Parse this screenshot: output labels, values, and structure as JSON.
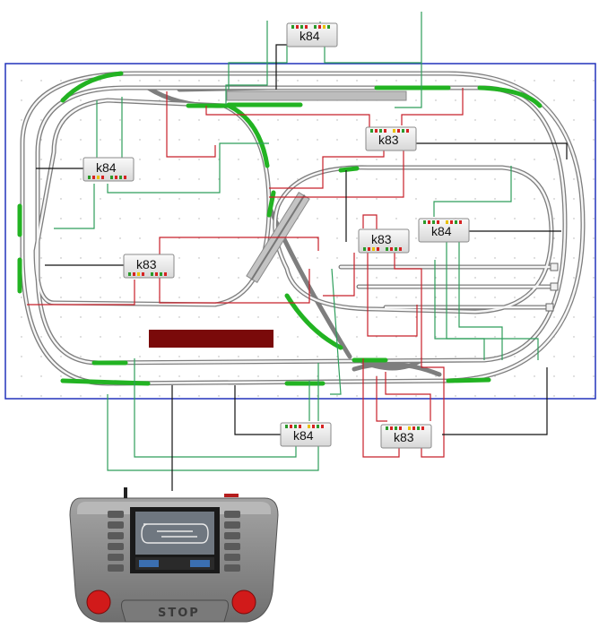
{
  "modules": [
    {
      "id": "m1",
      "label": "k84"
    },
    {
      "id": "m2",
      "label": "k84"
    },
    {
      "id": "m3",
      "label": "k83"
    },
    {
      "id": "m4",
      "label": "k83"
    },
    {
      "id": "m5",
      "label": "k83"
    },
    {
      "id": "m6",
      "label": "k84"
    },
    {
      "id": "m7",
      "label": "k84"
    },
    {
      "id": "m8",
      "label": "k83"
    }
  ],
  "controller": {
    "stop_label": "STOP"
  },
  "colors": {
    "board_border": "#2233bb",
    "track_green": "#22b322",
    "wire_green": "#2e9e5b",
    "wire_red": "#c8202a",
    "wire_black": "#111111",
    "platform": "#7a0a0a",
    "controller_body": "#8e8e8e",
    "stop_button": "#d11a1a"
  }
}
